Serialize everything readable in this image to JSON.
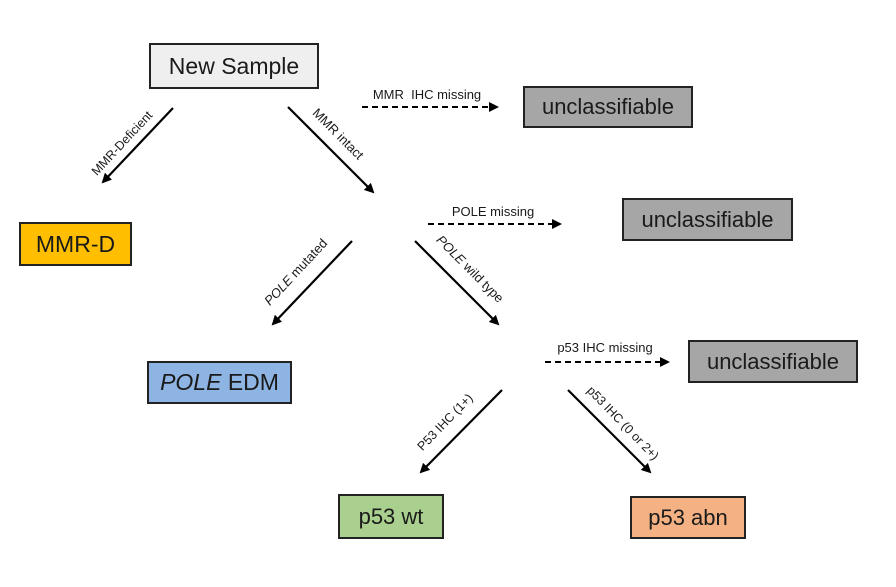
{
  "nodes": {
    "new_sample": {
      "label": "New Sample",
      "color": "#efefef"
    },
    "unclass_mmr": {
      "label": "unclassifiable",
      "color": "#a6a6a6"
    },
    "mmr_d": {
      "label": "MMR-D",
      "color": "#ffbf00"
    },
    "unclass_pole": {
      "label": "unclassifiable",
      "color": "#a6a6a6"
    },
    "pole_edm": {
      "label_italic": "POLE",
      "label_rest": " EDM",
      "color": "#8eb4e3"
    },
    "unclass_p53": {
      "label": "unclassifiable",
      "color": "#a6a6a6"
    },
    "p53_wt": {
      "label": "p53 wt",
      "color": "#a9d08e"
    },
    "p53_abn": {
      "label": "p53 abn",
      "color": "#f4b183"
    }
  },
  "edges": {
    "mmr_deficient": {
      "label": "MMR-Deficient"
    },
    "mmr_intact": {
      "label": "MMR intact"
    },
    "mmr_ihc_missing": {
      "label": "MMR  IHC missing"
    },
    "pole_missing": {
      "label": "POLE missing"
    },
    "pole_mutated": {
      "label_italic": "POLE",
      "label_rest": " mutated"
    },
    "pole_wild_type": {
      "label_italic": "POLE",
      "label_rest": " wild type"
    },
    "p53_ihc_missing": {
      "label": "p53 IHC missing"
    },
    "p53_ihc_1": {
      "label": "P53 IHC (1+)"
    },
    "p53_ihc_0_2": {
      "label": "p53 IHC (0 or 2+)"
    }
  }
}
